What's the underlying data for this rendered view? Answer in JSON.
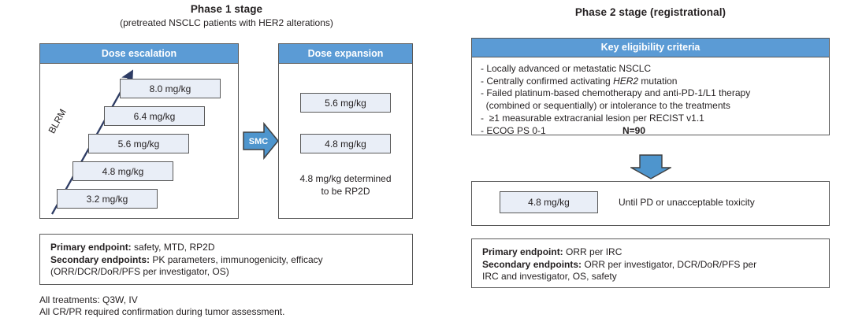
{
  "phase1": {
    "title": "Phase 1 stage",
    "subtitle": "(pretreated NSCLC patients with HER2 alterations)",
    "escalation": {
      "header": "Dose escalation",
      "arrow_label": "BLRM",
      "doses": [
        {
          "label": "8.0 mg/kg"
        },
        {
          "label": "6.4 mg/kg"
        },
        {
          "label": "5.6 mg/kg"
        },
        {
          "label": "4.8 mg/kg"
        },
        {
          "label": "3.2 mg/kg"
        }
      ]
    },
    "smc": {
      "label": "SMC"
    },
    "expansion": {
      "header": "Dose expansion",
      "doses": [
        {
          "label": "5.6 mg/kg"
        },
        {
          "label": "4.8 mg/kg"
        }
      ],
      "note": "4.8 mg/kg determined\nto be RP2D"
    },
    "endpoints": {
      "primary_label": "Primary endpoint:",
      "primary_value": " safety, MTD, RP2D",
      "secondary_label": "Secondary endpoints:",
      "secondary_value": " PK parameters, immunogenicity, efficacy\n(ORR/DCR/DoR/PFS per investigator, OS)"
    },
    "footnotes": [
      "All treatments: Q3W, IV",
      "All CR/PR required confirmation during tumor assessment."
    ]
  },
  "phase2": {
    "title": "Phase 2 stage (registrational)",
    "eligibility": {
      "header": "Key eligibility criteria",
      "criteria_pre": "- Locally advanced or metastatic NSCLC\n- Centrally confirmed activating ",
      "criteria_italic": "HER2",
      "criteria_post": " mutation\n- Failed platinum-based chemotherapy and anti-PD-1/L1 therapy\n  (combined or sequentially) or intolerance to the treatments\n-  ≥1 measurable extracranial lesion per RECIST v1.1\n- ECOG PS 0-1",
      "n_value": "N=90"
    },
    "treatment": {
      "dose": "4.8 mg/kg",
      "duration": "Until PD or unacceptable toxicity"
    },
    "endpoints": {
      "primary_label": "Primary endpoint:",
      "primary_value": " ORR per IRC",
      "secondary_label": "Secondary endpoints:",
      "secondary_value": " ORR per investigator, DCR/DoR/PFS per\nIRC and investigator, OS, safety"
    }
  },
  "colors": {
    "header_blue": "#5b9bd5",
    "chip_fill": "#e9eef7",
    "outline": "#595959",
    "arrow_navy": "#2e3c64",
    "text": "#231f20"
  }
}
